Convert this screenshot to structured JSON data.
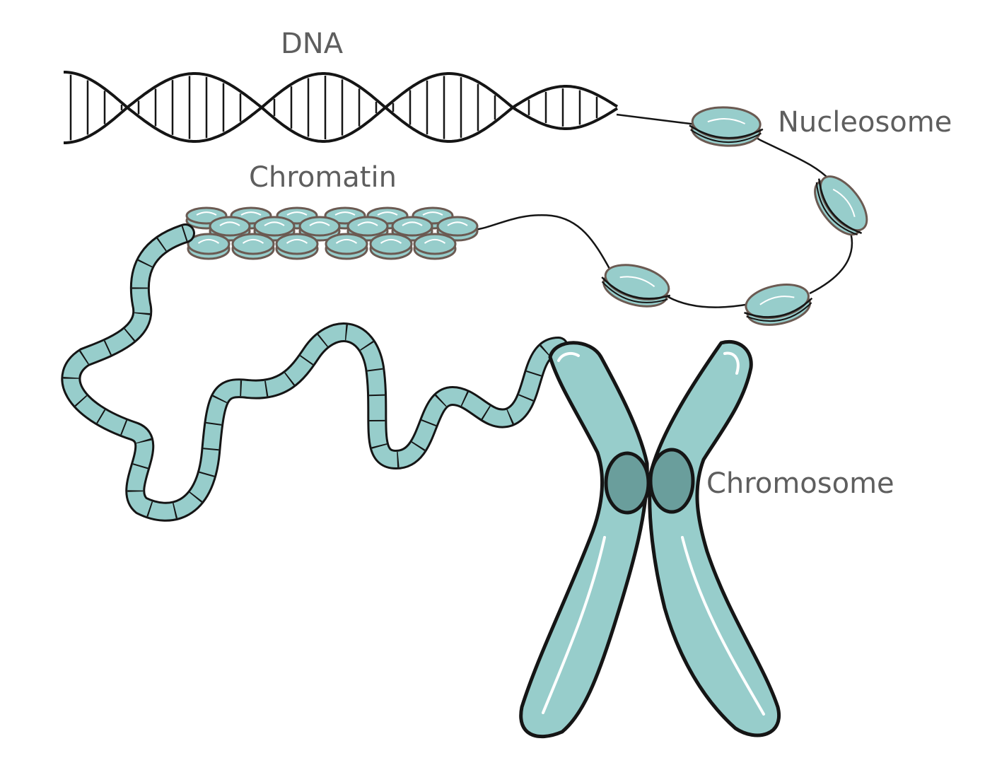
{
  "labels": {
    "dna": "DNA",
    "nucleosome": "Nucleosome",
    "chromatin": "Chromatin",
    "chromosome": "Chromosome"
  },
  "colors": {
    "fill": "#97cdcb",
    "fill_dark": "#6a9e9c",
    "outline": "#151515",
    "histone_outline": "#6b5a52",
    "label": "#5e5e5e",
    "highlight": "#ffffff"
  }
}
